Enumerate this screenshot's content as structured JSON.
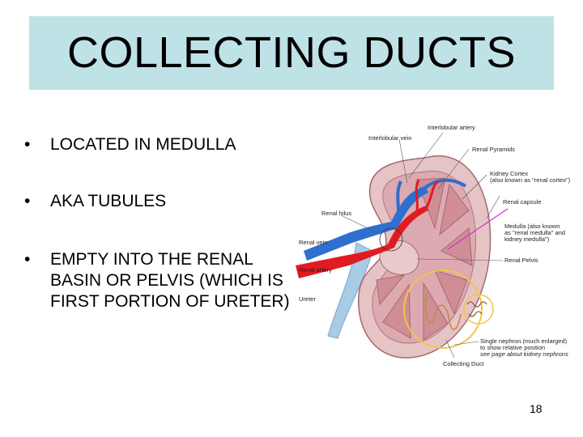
{
  "slide": {
    "title": "COLLECTING DUCTS",
    "bullet_char": "•",
    "bullets": [
      "LOCATED IN MEDULLA",
      "AKA TUBULES",
      "EMPTY INTO THE RENAL BASIN OR PELVIS (WHICH IS FIRST PORTION OF URETER)"
    ],
    "page_number": "18"
  },
  "diagram": {
    "labels": {
      "interlobular_artery": "Interlobular artery",
      "interlobular_vein": "Interlobular vein",
      "renal_pyramids": "Renal Pyramids",
      "kidney_cortex": "Kidney Cortex",
      "kidney_cortex_note": "(also known as \"renal cortex\")",
      "renal_capsule": "Renal capsule",
      "renal_hilus": "Renal hilus",
      "medulla": "Medulla (also known",
      "medulla_2": "as \"renal medulla\" and",
      "medulla_3": "kidney medulla\")",
      "renal_vein": "Renal vein",
      "renal_artery": "Renal artery",
      "renal_pelvis": "Renal Pelvis",
      "ureter": "Ureter",
      "single_nephron": "Single nephron (much enlarged)",
      "single_nephron_2": "to show relative position",
      "single_nephron_3": "see page about kidney nephrons",
      "collecting_duct": "Collecting Duct"
    },
    "colors": {
      "cortex": "#e6c3c5",
      "outline": "#a06a70",
      "pyramid": "#cf8e95",
      "vein": "#2e6fd0",
      "artery": "#e11b22",
      "ureter": "#a8cbe6",
      "nephron_ring": "#f2c44a",
      "capsule_line": "#cc33cc"
    }
  }
}
